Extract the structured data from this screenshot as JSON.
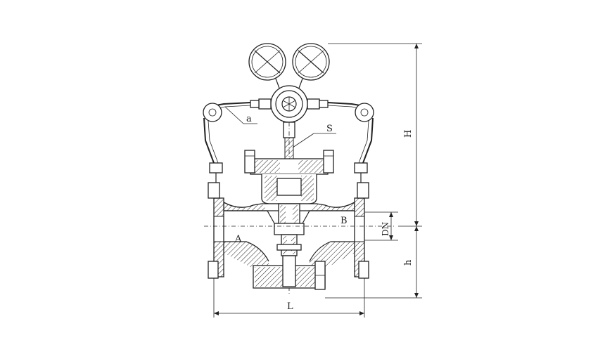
{
  "labels": {
    "a": "a",
    "s": "S",
    "inlet": "A",
    "outlet": "B",
    "dn": "DN",
    "h_upper": "H",
    "h_lower": "h",
    "length": "L"
  },
  "colors": {
    "line": "#222222",
    "background": "#ffffff",
    "hatch": "#222222"
  }
}
